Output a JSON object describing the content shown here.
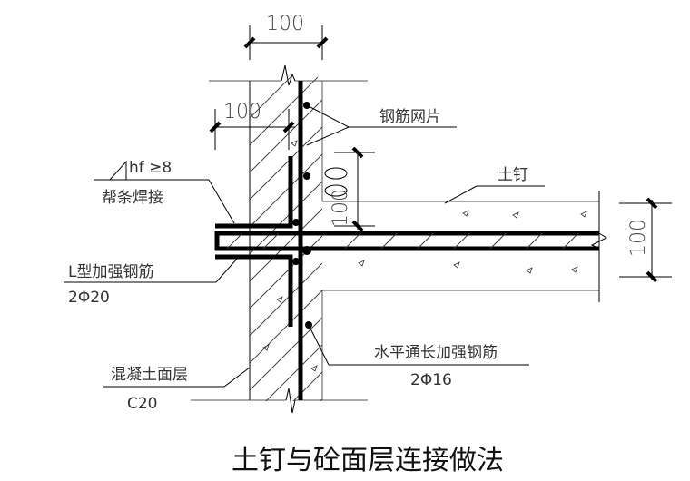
{
  "diagram": {
    "title": "土钉与砼面层连接做法",
    "dimensions": {
      "top_width": "100",
      "inner_width": "100",
      "vertical_gap": "100",
      "nail_thickness": "100"
    },
    "labels": {
      "mesh": "钢筋网片",
      "soil_nail": "土钉",
      "weld_symbol": "hf ≥8",
      "weld_type": "帮条焊接",
      "l_bar": "L型加强钢筋",
      "l_bar_spec": "2Φ20",
      "horizontal_bar": "水平通长加强钢筋",
      "horizontal_bar_spec": "2Φ16",
      "concrete_layer": "混凝土面层",
      "concrete_grade": "C20"
    }
  }
}
